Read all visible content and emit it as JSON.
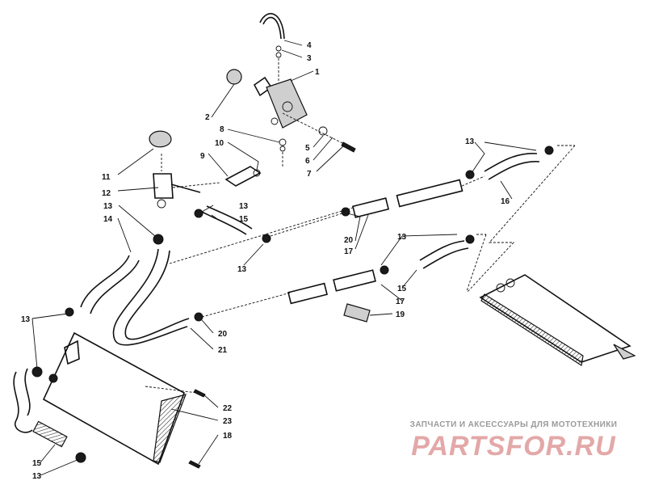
{
  "callouts": [
    "1",
    "2",
    "3",
    "4",
    "5",
    "6",
    "7",
    "8",
    "9",
    "10",
    "11",
    "12",
    "13",
    "14",
    "15",
    "16",
    "17",
    "18",
    "19",
    "20",
    "21",
    "22",
    "23"
  ],
  "watermark": {
    "subtitle": "ЗАПЧАСТИ И АКСЕССУАРЫ ДЛЯ МОТОТЕХНИКИ",
    "logo": "PARTSFOR.RU",
    "color": "#e3a8a8"
  }
}
